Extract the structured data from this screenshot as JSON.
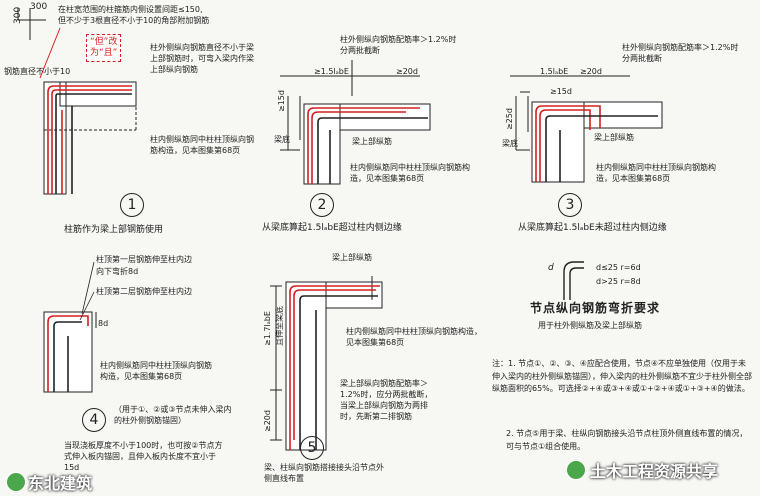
{
  "top": {
    "dim_300a": "300",
    "dim_300b": "300",
    "note_spacing": "在柱宽范围的柱箍筋内侧设置间距≤150,",
    "note_spacing2": "但不少于3根直径不小于10的角部附加钢筋",
    "dia_label": "钢筋直径不小于10",
    "stamp_line1": "“但”改",
    "stamp_line2": "为“且”"
  },
  "d1": {
    "label": "柱外侧纵向钢筋直径不小于梁上部钢筋时，可弯入梁内作梁上部纵向钢筋",
    "side": "柱内侧纵筋同中柱柱顶纵向钢筋构造，见本图集第68页",
    "num": "1",
    "caption": "柱筋作为梁上部钢筋使用"
  },
  "d2": {
    "top_note": "柱外侧纵向钢筋配筋率＞1.2%时分两批截断",
    "dim_a": "≥1.5lₐbE",
    "dim_b": "≥20d",
    "dim_c": "≥15d",
    "beam_bottom": "梁底",
    "beam_top": "梁上部纵筋",
    "side": "柱内侧纵筋同中柱柱顶纵向钢筋构造，见本图集第68页",
    "num": "2",
    "caption": "从梁底算起1.5lₐbE超过柱内侧边缘"
  },
  "d3": {
    "top_note": "柱外侧纵向钢筋配筋率＞1.2%时分两批截断",
    "dim_a": "1.5lₐbE",
    "dim_b": "≥20d",
    "dim_c": "≥15d",
    "dim_d": "≥25d",
    "beam_bottom": "梁底",
    "beam_top": "梁上部纵筋",
    "side": "柱内侧纵筋同中柱柱顶纵向钢筋构造，见本图集第68页",
    "num": "3",
    "caption": "从梁底算起1.5lₐbE未超过柱内侧边缘"
  },
  "d4": {
    "l1": "柱顶第一层钢筋伸至柱内边",
    "l2": "向下弯折8d",
    "l3": "柱顶第二层钢筋伸至柱内边",
    "dim": "8d",
    "side": "柱内侧纵筋同中柱柱顶纵向钢筋构造，见本图集第68页",
    "num": "4",
    "use": "（用于①、②或③节点未伸入梁内的柱外侧钢筋锚固）",
    "slab": "当现浇板厚度不小于100时，也可按②节点方式伸入板内锚固，且伸入板内长度不宜小于15d"
  },
  "d5": {
    "beam_top": "梁上部纵筋",
    "dim_a": "≥1.7lₐbE",
    "dim_sub": "且伸至梁底",
    "dim_b": "≥20d",
    "side": "柱内侧纵筋同中柱柱顶纵向钢筋构造，见本图集第68页",
    "ratio": "梁上部纵向钢筋配筋率＞1.2%时，应分两批截断，当梁上部纵向钢筋为两排时，先断第二排钢筋",
    "num": "5",
    "bottom": "梁、柱纵向钢筋搭接接头沿节点外侧直线布置"
  },
  "bend": {
    "var": "d",
    "r1": "d≤25  r=6d",
    "r2": "d>25  r=8d",
    "title": "节点纵向钢筋弯折要求",
    "sub": "用于柱外侧纵筋及梁上部纵筋"
  },
  "notes": {
    "n1": "注：1. 节点①、②、③、④应配合使用，节点④不应单独使用（仅用于未伸入梁内的柱外侧纵筋锚固），伸入梁内的柱外侧纵筋不宜少于柱外侧全部纵筋面积的65%。可选择②+④或③+④或①+②+④或①+③+④的做法。",
    "n2": "2. 节点⑤用于梁、柱纵向钢筋接头沿节点柱顶外侧直线布置的情况，可与节点①组合使用。"
  },
  "watermarks": {
    "left": "东北建筑",
    "right": "土木工程资源共享"
  },
  "colors": {
    "rebar_red": "#d42020",
    "ink": "#222222",
    "concrete": "#ffffff",
    "page": "#f7f7f3"
  }
}
